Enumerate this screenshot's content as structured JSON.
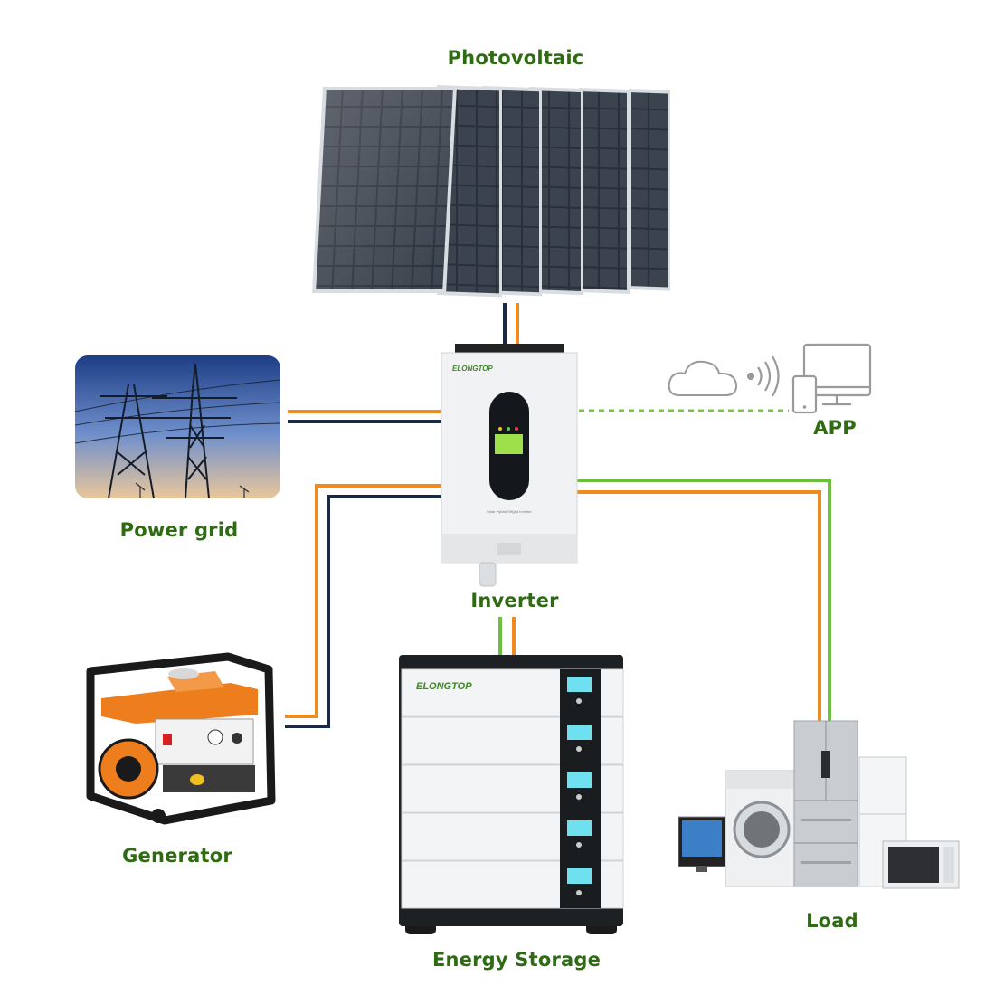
{
  "labels": {
    "photovoltaic": "Photovoltaic",
    "power_grid": "Power grid",
    "inverter": "Inverter",
    "app": "APP",
    "generator": "Generator",
    "energy_storage": "Energy Storage",
    "load": "Load"
  },
  "brand": {
    "inverter_logo": "ELONGTOP",
    "battery_logo": "ELONGTOP",
    "inverter_caption": "Solar Hybrid Offgrid Inverter"
  },
  "colors": {
    "label_green": "#2f6b12",
    "cable_orange": "#f08c1e",
    "cable_navy": "#1b2a44",
    "cable_green": "#6dbf3f",
    "wireless_dashed": "#7cc24a",
    "icon_gray": "#9a9a9a"
  },
  "icons": [
    "solar-panel-icon",
    "transmission-tower-icon",
    "inverter-icon",
    "cloud-icon",
    "wireless-signal-icon",
    "smartphone-icon",
    "monitor-icon",
    "generator-icon",
    "battery-stack-icon",
    "appliances-icon"
  ]
}
